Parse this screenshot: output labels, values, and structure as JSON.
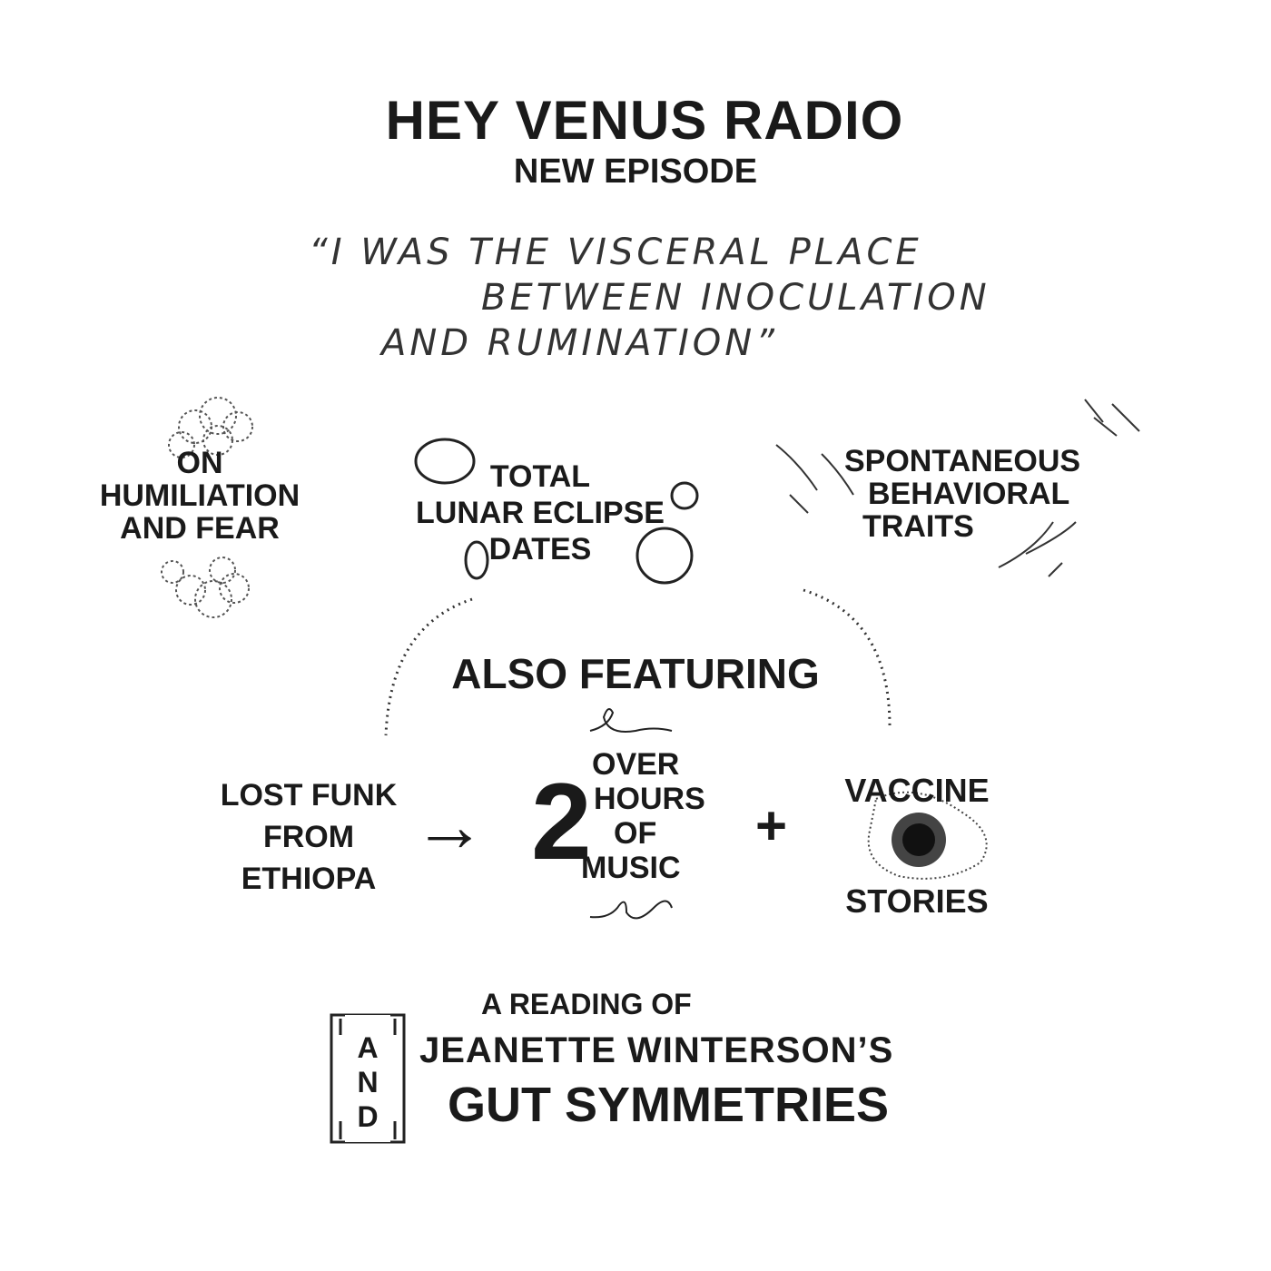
{
  "header": {
    "title": "HEY VENUS RADIO",
    "subtitle": "NEW EPISODE"
  },
  "quote": {
    "line1": "“I WAS THE VISCERAL PLACE",
    "line2": "BETWEEN INOCULATION",
    "line3": "AND RUMINATION”"
  },
  "topics": [
    {
      "lines": [
        "ON",
        "HUMILIATION",
        "AND FEAR"
      ]
    },
    {
      "lines": [
        "TOTAL",
        "LUNAR ECLIPSE",
        "DATES"
      ]
    },
    {
      "lines": [
        "SPONTANEOUS",
        "BEHAVIORAL",
        "TRAITS"
      ]
    }
  ],
  "featuring": {
    "heading": "ALSO FEATURING",
    "left": [
      "LOST FUNK",
      "FROM",
      "ETHIOPA"
    ],
    "arrow": "→",
    "number": "2",
    "music": [
      "OVER",
      "HOURS",
      "OF",
      "MUSIC"
    ],
    "plus": "+",
    "right_top": "VACCINE",
    "right_bottom": "STORIES"
  },
  "reading": {
    "and_letters": [
      "A",
      "N",
      "D"
    ],
    "line1": "A READING OF",
    "line2": "JEANETTE WINTERSON’S",
    "line3": "GUT SYMMETRIES"
  }
}
